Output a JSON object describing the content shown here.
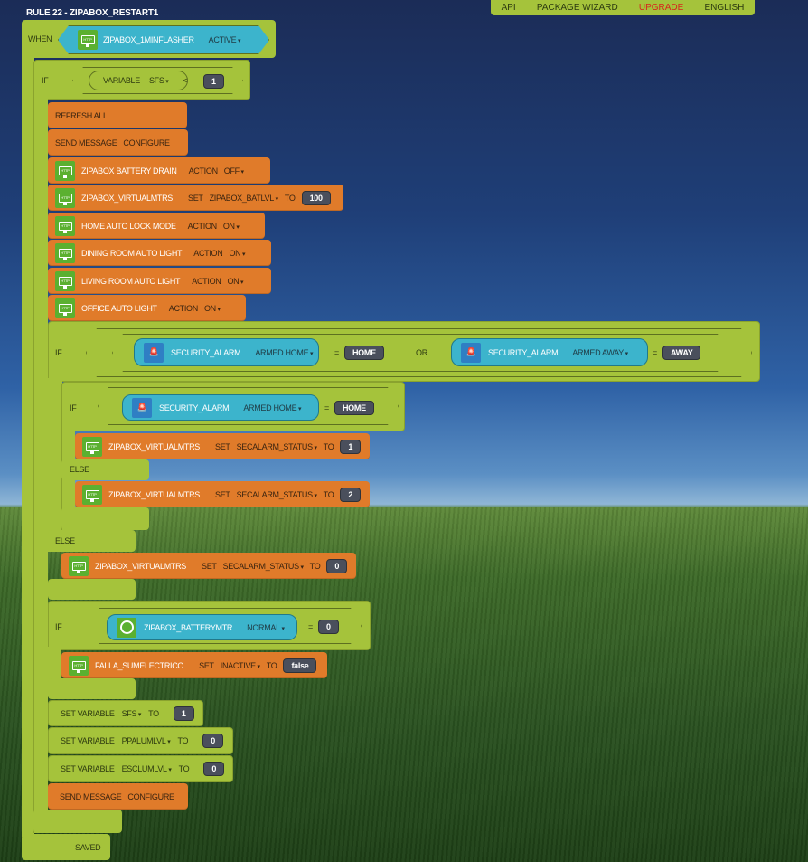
{
  "topbar": {
    "api": "API",
    "wizard": "PACKAGE WIZARD",
    "upgrade": "UPGRADE",
    "language": "ENGLISH"
  },
  "rule_title": "RULE 22 - ZIPABOX_RESTART1",
  "when": {
    "label": "WHEN",
    "device": "ZIPABOX_1MINFLASHER",
    "state": "ACTIVE"
  },
  "if1": {
    "label": "IF",
    "variable_label": "VARIABLE",
    "variable": "SFS",
    "op": "<",
    "value": "1"
  },
  "actions": [
    {
      "text": "REFRESH ALL"
    },
    {
      "text": "SEND MESSAGE",
      "arg": "CONFIGURE"
    },
    {
      "device": "ZIPABOX BATTERY DRAIN",
      "verb": "ACTION",
      "field": "OFF"
    },
    {
      "device": "ZIPABOX_VIRTUALMTRS",
      "verb": "SET",
      "field": "ZIPABOX_BATLVL",
      "to": "TO",
      "value": "100"
    },
    {
      "device": "HOME AUTO LOCK MODE",
      "verb": "ACTION",
      "field": "ON"
    },
    {
      "device": "DINING ROOM AUTO LIGHT",
      "verb": "ACTION",
      "field": "ON"
    },
    {
      "device": "LIVING ROOM AUTO LIGHT",
      "verb": "ACTION",
      "field": "ON"
    },
    {
      "device": "OFFICE AUTO LIGHT",
      "verb": "ACTION",
      "field": "ON"
    }
  ],
  "if2": {
    "label": "IF",
    "left": {
      "device": "SECURITY_ALARM",
      "state": "ARMED HOME",
      "op": "=",
      "value": "HOME"
    },
    "or": "OR",
    "right": {
      "device": "SECURITY_ALARM",
      "state": "ARMED AWAY",
      "op": "=",
      "value": "AWAY"
    }
  },
  "if2a": {
    "label": "IF",
    "device": "SECURITY_ALARM",
    "state": "ARMED HOME",
    "op": "=",
    "value": "HOME",
    "then": {
      "device": "ZIPABOX_VIRTUALMTRS",
      "verb": "SET",
      "field": "SECALARM_STATUS",
      "to": "TO",
      "value": "1"
    },
    "else_label": "ELSE",
    "else": {
      "device": "ZIPABOX_VIRTUALMTRS",
      "verb": "SET",
      "field": "SECALARM_STATUS",
      "to": "TO",
      "value": "2"
    }
  },
  "if2_else": {
    "label": "ELSE",
    "action": {
      "device": "ZIPABOX_VIRTUALMTRS",
      "verb": "SET",
      "field": "SECALARM_STATUS",
      "to": "TO",
      "value": "0"
    }
  },
  "if3": {
    "label": "IF",
    "device": "ZIPABOX_BATTERYMTR",
    "state": "NORMAL",
    "op": "=",
    "value": "0",
    "action": {
      "device": "FALLA_SUMELECTRICO",
      "verb": "SET",
      "field": "INACTIVE",
      "to": "TO",
      "value": "false"
    }
  },
  "setvars": [
    {
      "label": "SET VARIABLE",
      "var": "SFS",
      "to": "TO",
      "value": "1"
    },
    {
      "label": "SET VARIABLE",
      "var": "PPALUMLVL",
      "to": "TO",
      "value": "0"
    },
    {
      "label": "SET VARIABLE",
      "var": "ESCLUMLVL",
      "to": "TO",
      "value": "0"
    }
  ],
  "final_message": {
    "text": "SEND MESSAGE",
    "arg": "CONFIGURE"
  },
  "status": "SAVED",
  "icon_http": "HTTP"
}
